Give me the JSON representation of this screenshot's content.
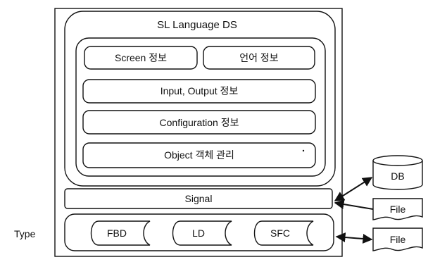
{
  "diagram": {
    "title": "SL Language DS",
    "info_boxes": {
      "screen": "Screen 정보",
      "language": "언어 정보",
      "io": "Input, Output 정보",
      "configuration": "Configuration 정보",
      "object": "Object 객체 관리"
    },
    "signal": "Signal",
    "type_label": "Type",
    "languages": [
      "FBD",
      "LD",
      "SFC"
    ],
    "external": {
      "db": "DB",
      "file_signal": "File",
      "file_type": "File"
    },
    "colors": {
      "stroke": "#111111",
      "background": "#ffffff"
    }
  }
}
